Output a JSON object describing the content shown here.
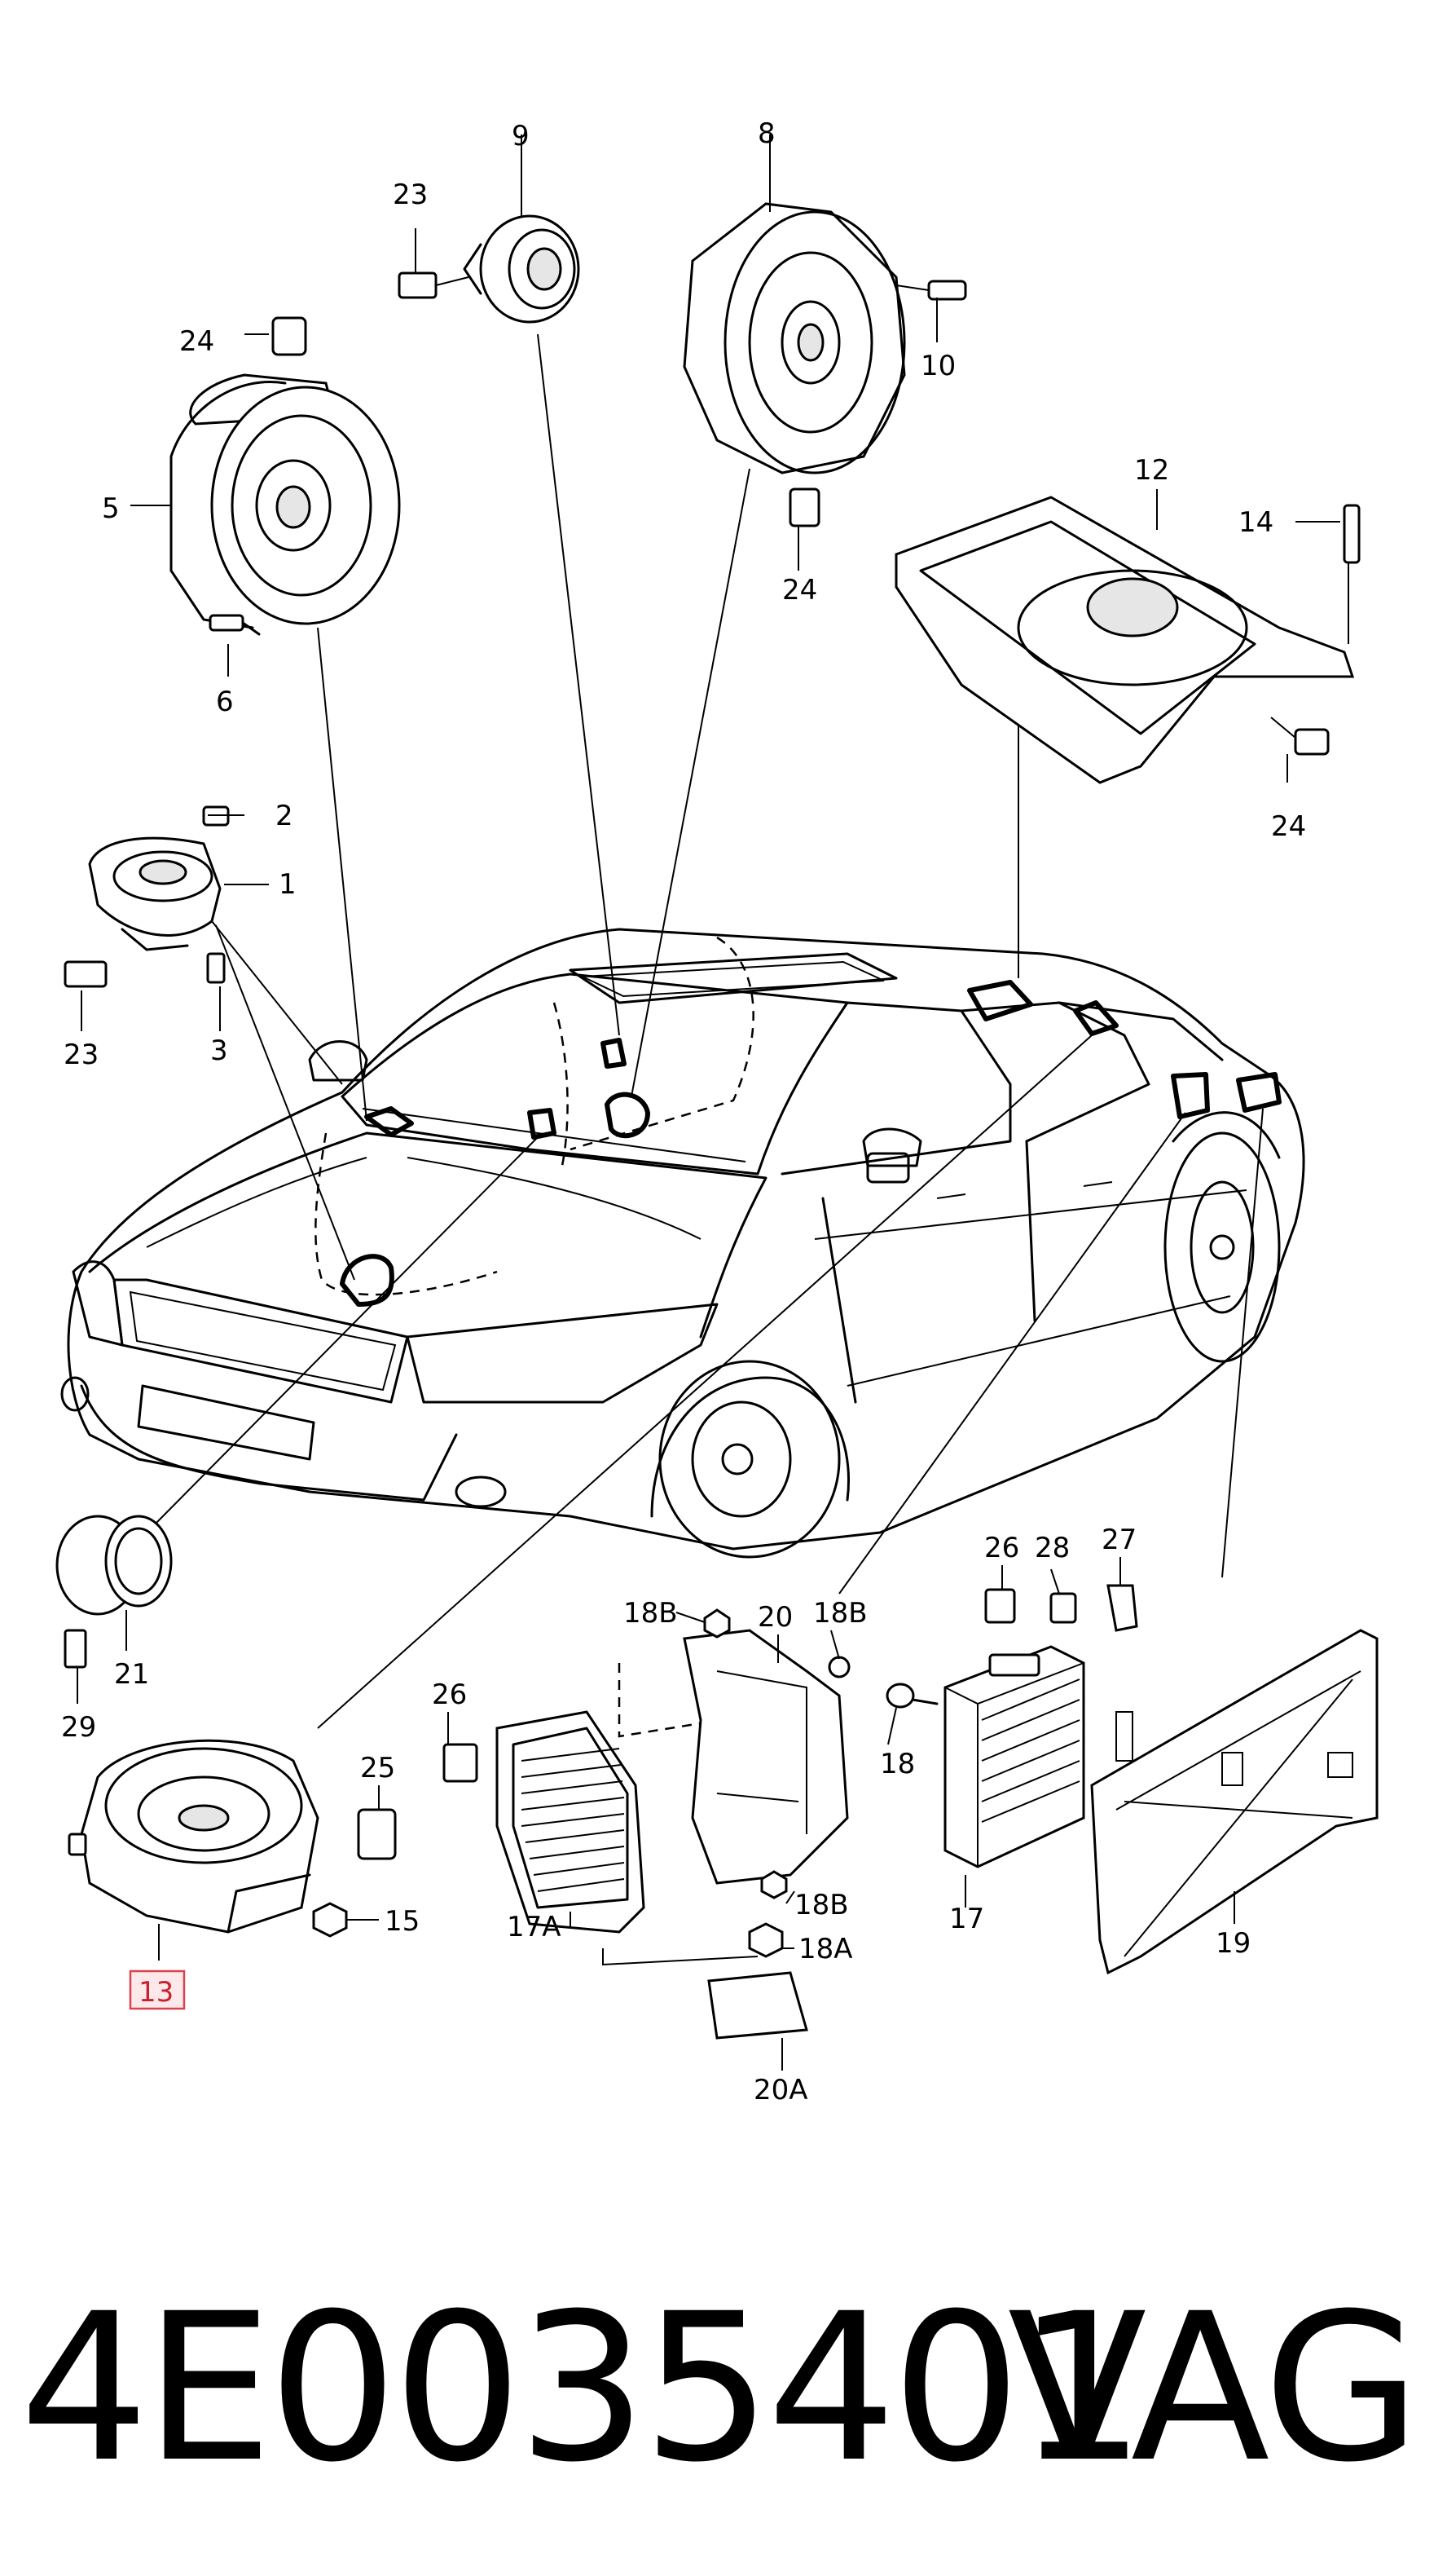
{
  "callouts": {
    "c1": "1",
    "c2": "2",
    "c3": "3",
    "c5": "5",
    "c6": "6",
    "c8": "8",
    "c9": "9",
    "c10": "10",
    "c12": "12",
    "c13": "13",
    "c14": "14",
    "c15": "15",
    "c17": "17",
    "c17A": "17A",
    "c18a": "18",
    "c18A": "18A",
    "c18B_top": "18B",
    "c18B_right": "18B",
    "c18B_bottom": "18B",
    "c19": "19",
    "c20": "20",
    "c20A": "20A",
    "c21": "21",
    "c23_top": "23",
    "c23_left": "23",
    "c24_top": "24",
    "c24_mid": "24",
    "c24_right": "24",
    "c25": "25",
    "c26_left": "26",
    "c26_right": "26",
    "c27": "27",
    "c28": "28",
    "c29": "29"
  },
  "highlighted_callout": "13",
  "highlight_color": "#d9434f",
  "footer": {
    "part_number": "4E0035401",
    "brand": "VAG"
  }
}
